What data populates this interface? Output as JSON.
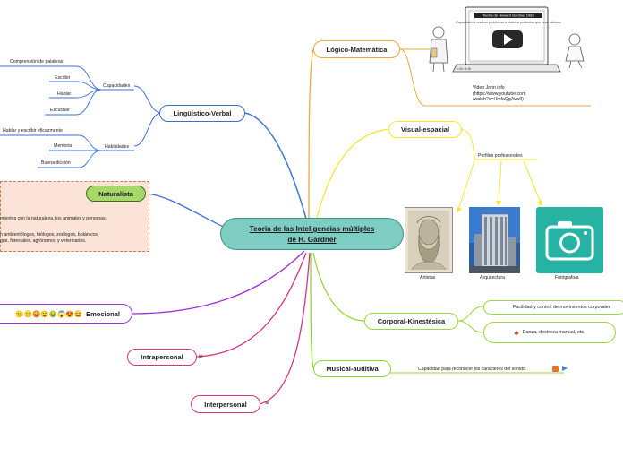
{
  "central": {
    "line1": "Teoría de las Inteligencias múltiples",
    "line2": "de H. Gardner"
  },
  "colors": {
    "central_fill": "#7dcdc3",
    "linguistic": "#3a6fd8",
    "naturalist": "#6aa84f",
    "emotional": "#9b30d9",
    "intrapersonal": "#d63384",
    "interpersonal": "#d63384",
    "logic": "#f2a83b",
    "visual": "#f5e635",
    "corporal": "#9bd63b",
    "musical": "#8dd630"
  },
  "linguistic": {
    "title": "Lingüístico-Verbal",
    "capacidades": "Capacidades",
    "habilidades": "Habilidades",
    "cap_items": [
      "Comprensión de palabras",
      "Escribir",
      "Hablar",
      "Escuchar"
    ],
    "hab_items": [
      "Hablar y escribir eficazmente",
      "Memoria",
      "Buena dicción"
    ]
  },
  "naturalist": {
    "title": "Naturalista",
    "text1": "mientos con la naturaleza, los animales y personas.",
    "text2a": "n ambientólogos, biólogos, zoólogos, botánicos,",
    "text2b": "gos, forestales, agrónomos y veterinarios."
  },
  "emotional": {
    "title": "Emocional",
    "emojis": "😐😑😡😮🤢😱😍😄"
  },
  "intrapersonal": {
    "title": "Intrapersonal",
    "mark": "w"
  },
  "interpersonal": {
    "title": "Interpersonal",
    "mark": "≡"
  },
  "logic": {
    "title": "Lógico-Matemática",
    "video_title": "Teoría de Howard Gardner 1983",
    "video_caption": "Capacidad de resolver problemas o elaborar productos que sean valiosos",
    "video_time": "1:00 / 4:49",
    "video_line1": "Video John info",
    "video_line2": "(https://www.youtube.com",
    "video_line3": "/watch?v=HmfaQgAvwlI)"
  },
  "visual": {
    "title": "Visual-espacial",
    "perfiles": "Perfiles profesionales",
    "artistas": "Artistas",
    "arquitectura": "Arquitectura",
    "fotografo": "Fotógrafo/a"
  },
  "corporal": {
    "title": "Corporal-Kinestésica",
    "item1": "Facilidad y control de movimientos corporales",
    "item2": "Danza, destreza manual, etc."
  },
  "musical": {
    "title": "Musical-auditiva",
    "item": "Capacidad para reconocer los caracteres del sonido."
  }
}
